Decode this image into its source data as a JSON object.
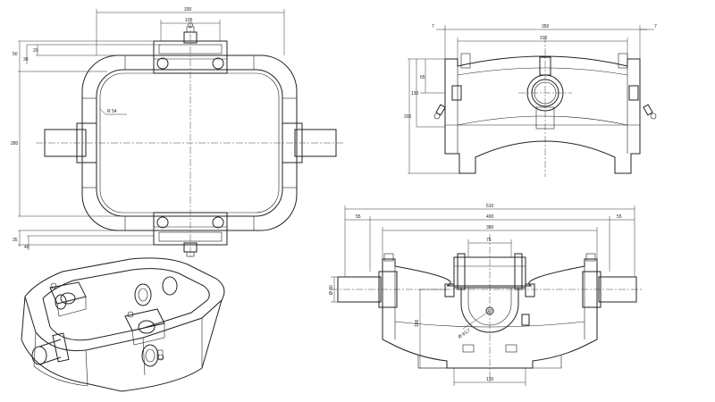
{
  "dims": {
    "top": {
      "overall_width": "330",
      "hub_width": "105",
      "left_50": "50",
      "left_30": "30",
      "left_20": "20",
      "height": "280",
      "bottom_35": "35",
      "bottom_40": "40",
      "radius": "R 54"
    },
    "front": {
      "left_7": "7",
      "overall": "350",
      "inner": "310",
      "right_7": "7",
      "h_65": "65",
      "h_130": "130",
      "h_205": "205"
    },
    "side": {
      "overall": "510",
      "left_55": "55",
      "span": "400",
      "right_55": "55",
      "inner": "380",
      "bore": "75",
      "shaft_dia": "Ø 80",
      "height": "186",
      "pcd": "Ø 63,7",
      "base": "130"
    }
  }
}
